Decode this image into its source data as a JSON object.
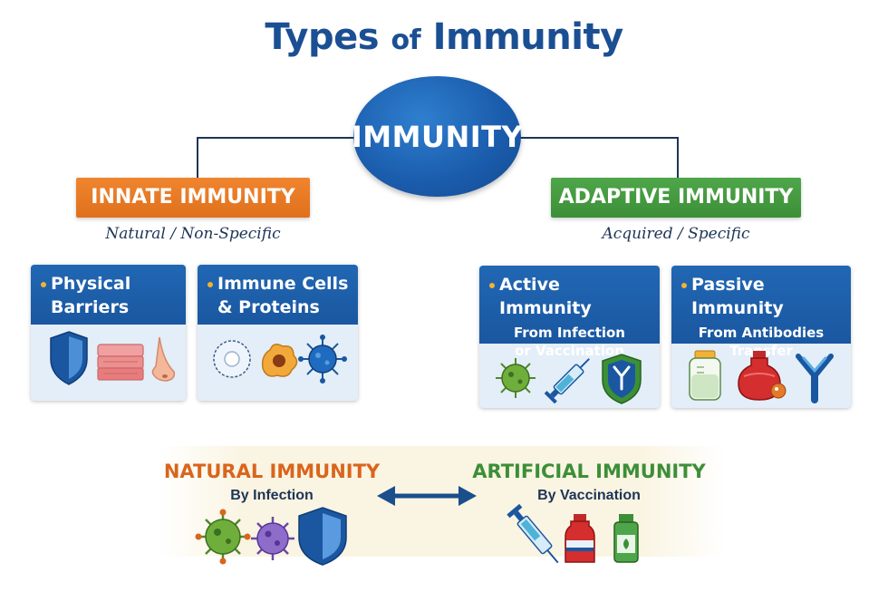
{
  "title": {
    "main": "Types",
    "of": "of",
    "tail": "Immunity"
  },
  "root": {
    "label": "IMMUNITY"
  },
  "innate": {
    "label": "INNATE IMMUNITY",
    "subtitle": "Natural / Non-Specific",
    "cards": [
      {
        "title_1": "Physical",
        "title_2": "Barriers",
        "icons": [
          "shield-icon",
          "skin-layer-icon",
          "nose-icon"
        ]
      },
      {
        "title_1": "Immune Cells",
        "title_2": "& Proteins",
        "icons": [
          "cell-icon",
          "macrophage-icon",
          "virus-icon"
        ]
      }
    ]
  },
  "adaptive": {
    "label": "ADAPTIVE IMMUNITY",
    "subtitle": "Acquired / Specific",
    "cards": [
      {
        "title": "Active Immunity",
        "sub_1": "From Infection",
        "sub_2": "or Vaccination",
        "icons": [
          "virus-icon",
          "syringe-icon",
          "antibody-shield-icon"
        ]
      },
      {
        "title": "Passive Immunity",
        "sub_1": "From Antibodies",
        "sub_2": "Transfer",
        "icons": [
          "baby-bottle-icon",
          "serum-flask-icon",
          "antibody-icon"
        ]
      }
    ]
  },
  "bottom": {
    "natural": {
      "title": "NATURAL IMMUNITY",
      "subtitle": "By Infection",
      "icons": [
        "virus-green-icon",
        "virus-purple-icon",
        "shield-icon"
      ]
    },
    "artificial": {
      "title": "ARTIFICIAL IMMUNITY",
      "subtitle": "By Vaccination",
      "icons": [
        "syringe-icon",
        "vaccine-bottle-red-icon",
        "vaccine-bottle-green-icon"
      ]
    },
    "arrow": "double-arrow-icon"
  },
  "colors": {
    "title_blue": "#1b4f93",
    "root_blue": "#1a5bab",
    "innate_orange": "#e0701c",
    "adaptive_green": "#3c8f37",
    "card_head_blue": "#1a57a0",
    "card_body": "#e3eef8",
    "bullet_yellow": "#f2b233"
  }
}
